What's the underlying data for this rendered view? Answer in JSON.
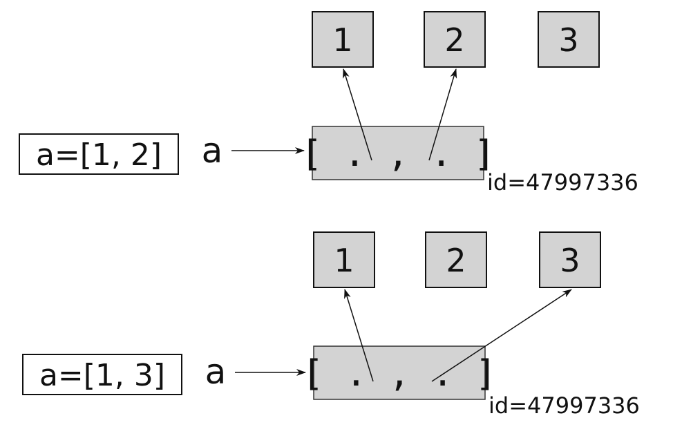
{
  "panels": [
    {
      "code": "a=[1, 2]",
      "variable": "a",
      "list_repr": "[ . , . ]",
      "object_id": "id=47997336",
      "objects": [
        "1",
        "2",
        "3"
      ],
      "references": [
        "1",
        "2"
      ]
    },
    {
      "code": "a=[1, 3]",
      "variable": "a",
      "list_repr": "[ . , . ]",
      "object_id": "id=47997336",
      "objects": [
        "1",
        "2",
        "3"
      ],
      "references": [
        "1",
        "3"
      ]
    }
  ],
  "colors": {
    "object_fill": "#d3d3d3",
    "stroke": "#111111",
    "background": "#ffffff"
  }
}
